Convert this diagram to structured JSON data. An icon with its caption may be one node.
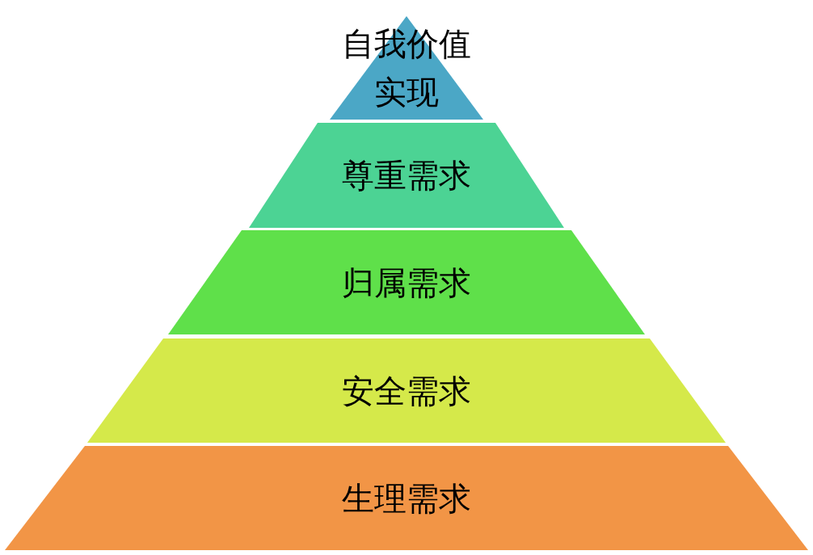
{
  "diagram": {
    "nodes": [
      {
        "text": [
          "自我价值实现"
        ]
      },
      {
        "text": [
          "尊重需求"
        ]
      },
      {
        "text": [
          "归属需求"
        ]
      },
      {
        "text": [
          "安全需求"
        ]
      },
      {
        "text": [
          "生理需求"
        ]
      }
    ]
  }
}
